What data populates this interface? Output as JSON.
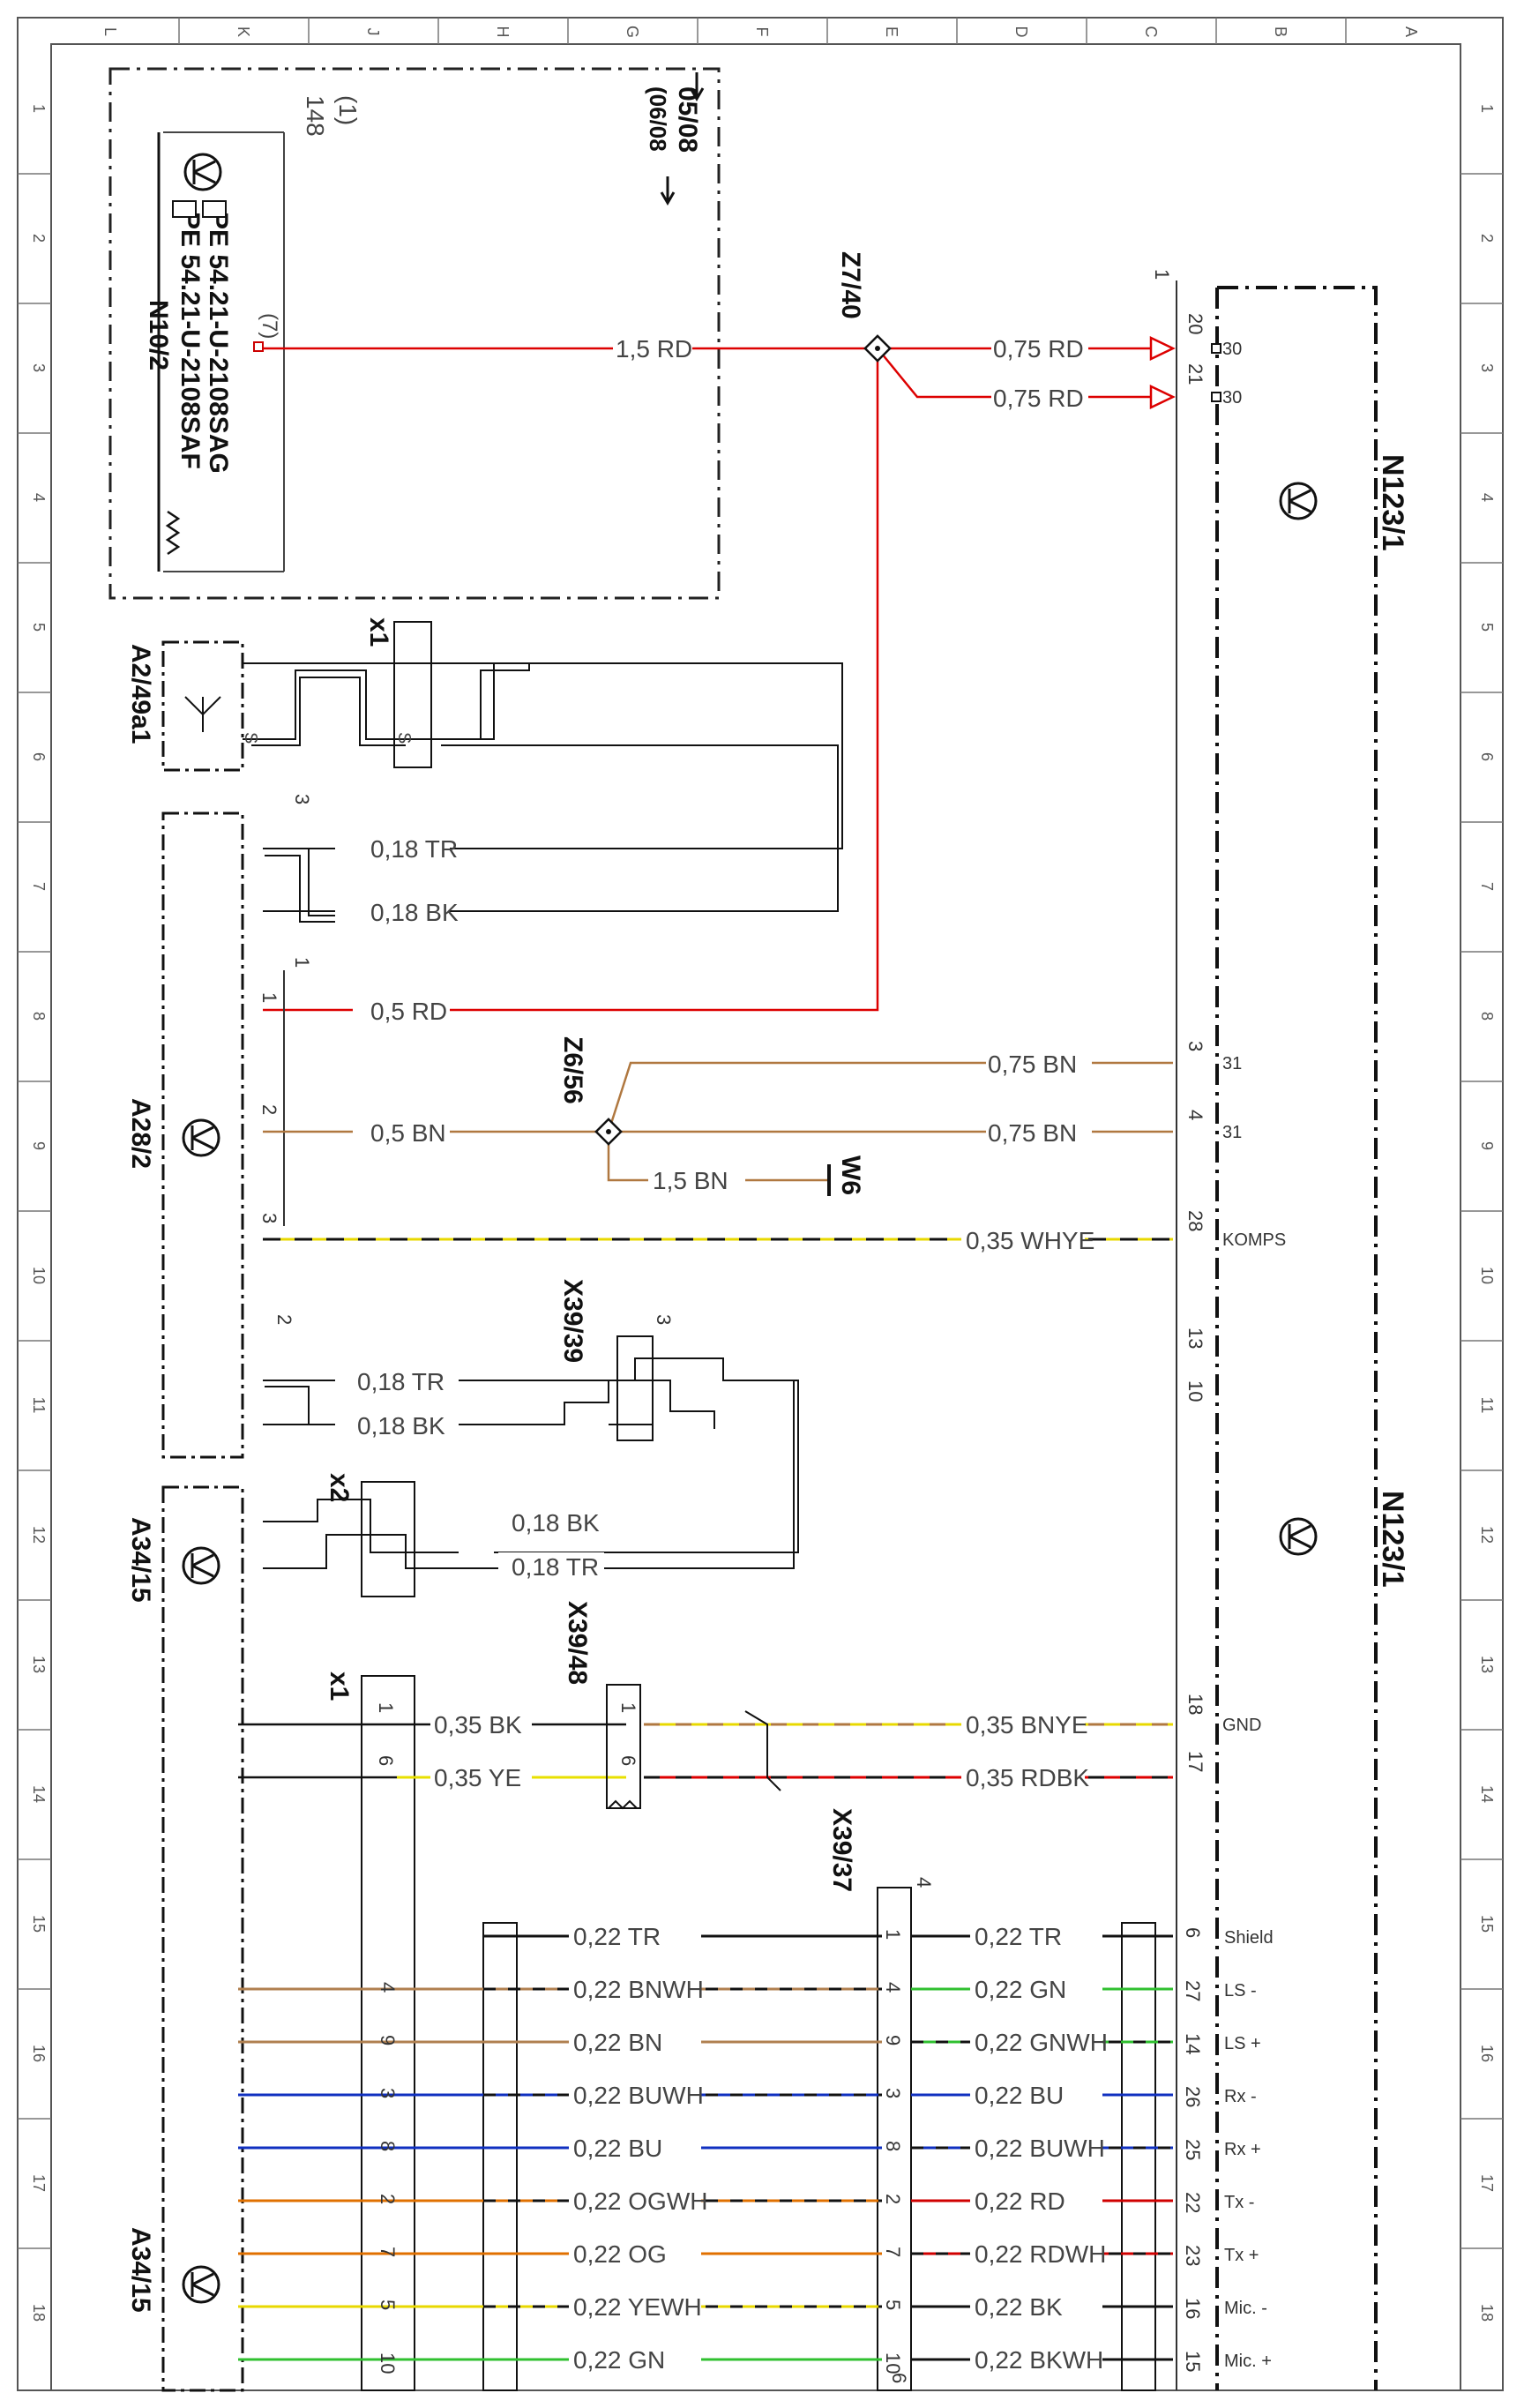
{
  "frame": {
    "top_letters": [
      "L",
      "K",
      "J",
      "H",
      "G",
      "F",
      "E",
      "D",
      "C",
      "B",
      "A"
    ],
    "side_numbers": [
      "1",
      "2",
      "3",
      "4",
      "5",
      "6",
      "7",
      "8",
      "9",
      "10",
      "11",
      "12",
      "13",
      "14",
      "15",
      "16",
      "17",
      "18"
    ]
  },
  "components": {
    "n10_2": {
      "name": "N10/2",
      "ref1": "(1)",
      "ref2": "148",
      "pin": "(7)",
      "note1": "PE 54.21-U-2108SAG",
      "note2": "PE 54.21-U-2108SAF",
      "date_from": "05/08",
      "date_to": "(06/08"
    },
    "n123_1_top": "N123/1",
    "n123_1_bottom": "N123/1",
    "a2_49a1": "A2/49a1",
    "a28_2": "A28/2",
    "a34_15_top": "A34/15",
    "a34_15_bottom": "A34/15",
    "z7_40": "Z7/40",
    "z6_56": "Z6/56",
    "w6": "W6",
    "x39_39": "X39/39",
    "x39_48": "X39/48",
    "x39_37": "X39/37",
    "x1_top": "x1",
    "x1_bottom": "x1",
    "x2": "x2"
  },
  "wires": {
    "n10_to_z7": "1,5 RD",
    "z7_to_20": "0,75 RD",
    "z7_to_21": "0,75 RD",
    "a28_tr": "0,18 TR",
    "a28_bk": "0,18 BK",
    "a28_rd": "0,5 RD",
    "a28_bn": "0,5 BN",
    "z6_to_3": "0,75 BN",
    "z6_to_4": "0,75 BN",
    "z6_to_w6": "1,5 BN",
    "komps": "0,35 WHYE",
    "a28_tr2": "0,18 TR",
    "a28_bk2": "0,18 BK",
    "x2_bk": "0,18 BK",
    "x2_tr": "0,18 TR",
    "x1_bk": "0,35 BK",
    "x1_ye": "0,35 YE",
    "gnd": "0,35 BNYE",
    "rdbk": "0,35 RDBK"
  },
  "bus_left": [
    "0,22 TR",
    "0,22 BNWH",
    "0,22 BN",
    "0,22 BUWH",
    "0,22 BU",
    "0,22 OGWH",
    "0,22 OG",
    "0,22 YEWH",
    "0,22 GN"
  ],
  "bus_right": [
    "0,22 TR",
    "0,22 GN",
    "0,22 GNWH",
    "0,22 BU",
    "0,22 BUWH",
    "0,22 RD",
    "0,22 RDWH",
    "0,22 BK",
    "0,22 BKWH"
  ],
  "x1_pins": [
    "",
    "4",
    "9",
    "3",
    "8",
    "2",
    "7",
    "5",
    "10"
  ],
  "x39_37_pins": [
    "1",
    "4",
    "9",
    "3",
    "8",
    "2",
    "7",
    "5",
    "10"
  ],
  "n123_pins": [
    "6",
    "27",
    "14",
    "26",
    "25",
    "22",
    "23",
    "16",
    "15"
  ],
  "n123_signals": [
    "Shield",
    "LS -",
    "LS +",
    "Rx -",
    "Rx +",
    "Tx -",
    "Tx +",
    "Mic. -",
    "Mic. +"
  ],
  "n123_upper_pins": {
    "p20": "20",
    "p21": "21",
    "p3": "3",
    "p4": "4",
    "p28": "28",
    "p13": "13",
    "p10": "10",
    "p18": "18",
    "p17": "17",
    "p1": "1"
  },
  "n123_upper_signals": {
    "s30a": "30",
    "s30b": "30",
    "s31a": "31",
    "s31b": "31",
    "komps": "KOMPS",
    "gnd": "GND"
  },
  "misc_pins": {
    "a28_3": "3",
    "a28_1": "1",
    "a28_2": "2",
    "a28_1b": "1",
    "a28_2b": "2",
    "a28_3b": "3",
    "x39_39_3": "3",
    "x39_48_1": "1",
    "x39_48_6": "6",
    "x1_1": "1",
    "x1_6": "6",
    "x39_37_4": "4",
    "x39_37_6": "6",
    "s": "S"
  }
}
